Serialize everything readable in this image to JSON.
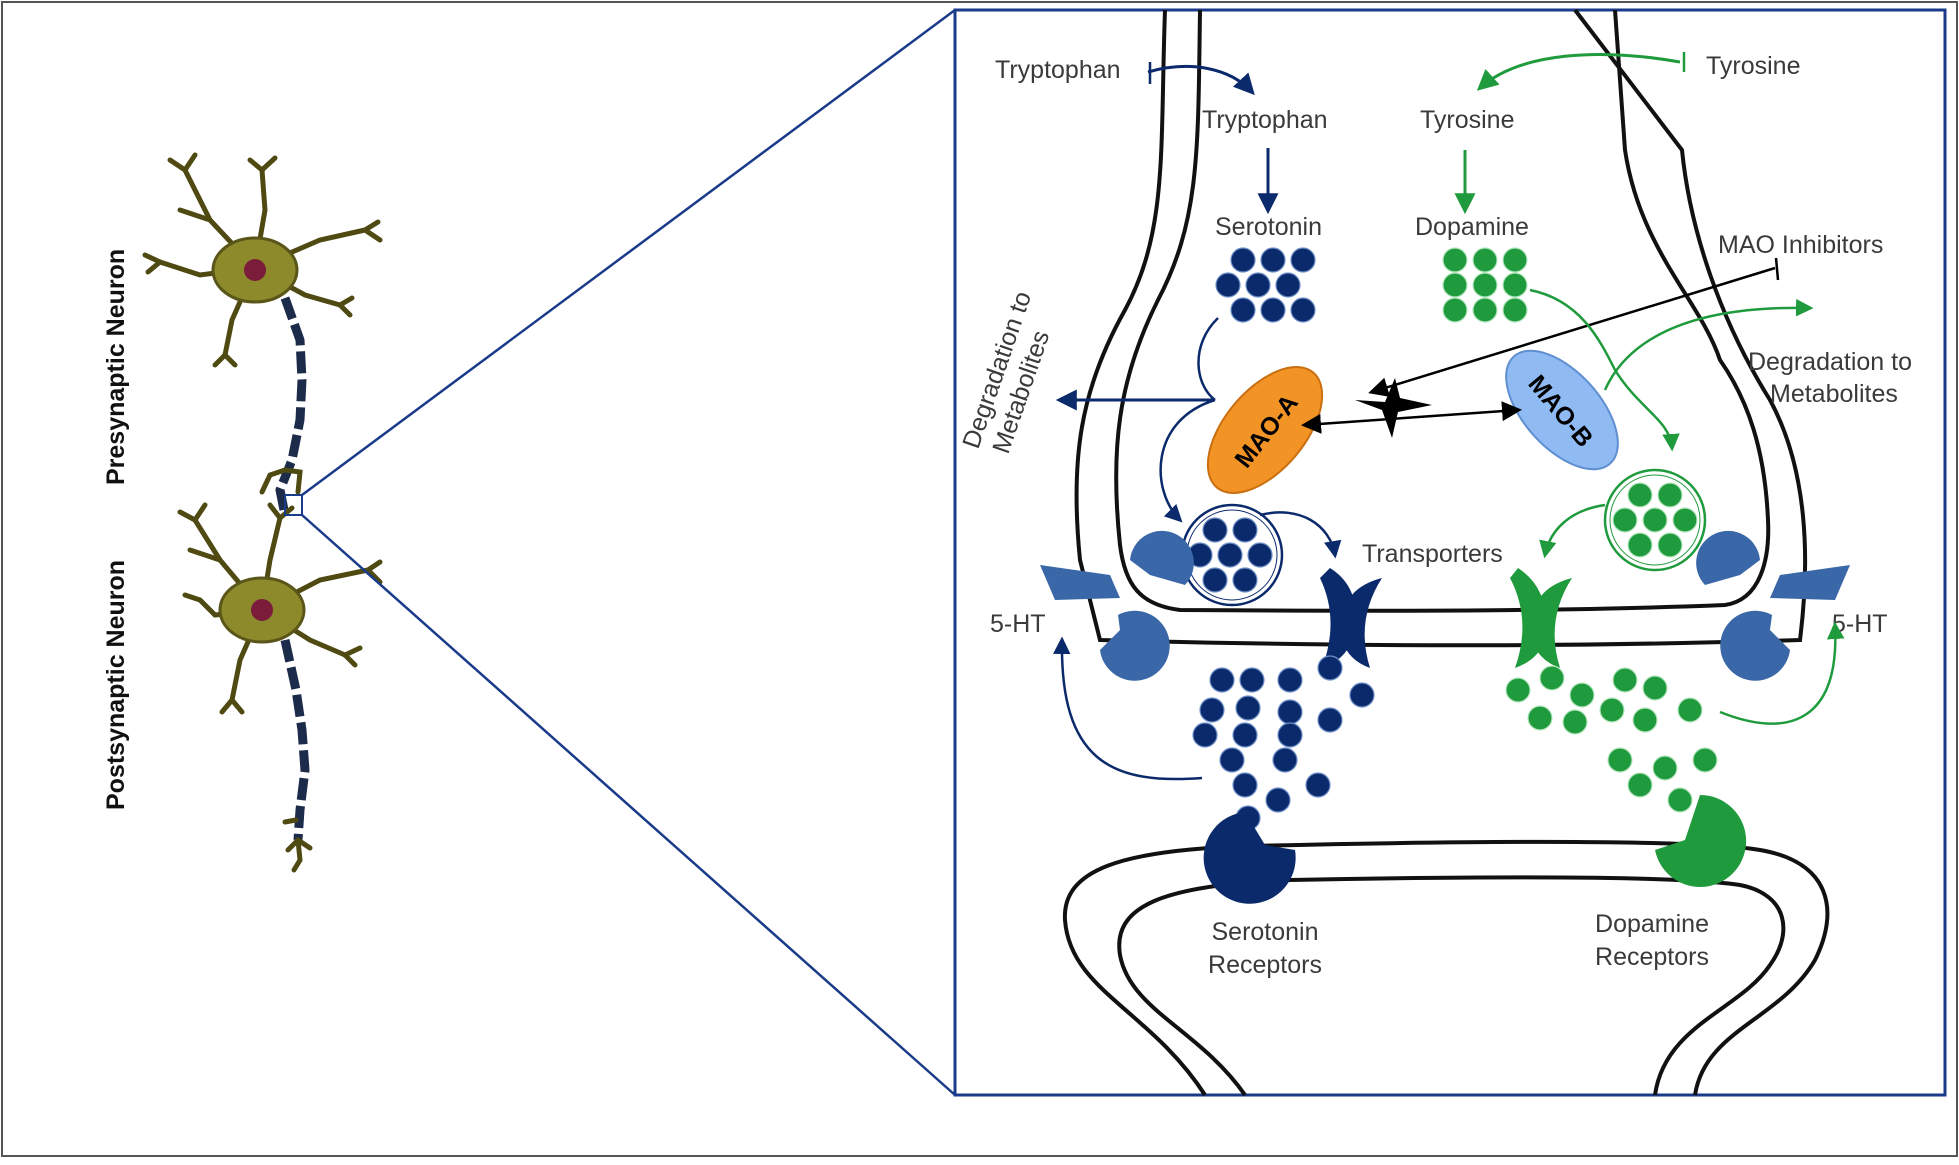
{
  "colors": {
    "serotonin": "#0b2a6b",
    "dopamine": "#1f9a3c",
    "receptor_blue": "#3a67a8",
    "mao_a": "#f29425",
    "mao_b": "#8fbaf2",
    "neuron_body": "#8d8a2c",
    "frame": "#1a3a8a"
  },
  "neuron_labels": {
    "presynaptic": "Presynaptic Neuron",
    "postsynaptic": "Postsynaptic Neuron"
  },
  "labels": {
    "tryptophan_outside": "Tryptophan",
    "tryptophan_inside": "Tryptophan",
    "tyrosine_outside": "Tyrosine",
    "tyrosine_inside": "Tyrosine",
    "serotonin": "Serotonin",
    "dopamine": "Dopamine",
    "mao_inhibitors": "MAO Inhibitors",
    "degradation_left_1": "Degradation to",
    "degradation_left_2": "Metabolites",
    "degradation_right_1": "Degradation to",
    "degradation_right_2": "Metabolites",
    "mao_a": "MAO-A",
    "mao_b": "MAO-B",
    "transporters": "Transporters",
    "ht_left": "5-HT",
    "ht_right": "5-HT",
    "serotonin_receptors_1": "Serotonin",
    "serotonin_receptors_2": "Receptors",
    "dopamine_receptors_1": "Dopamine",
    "dopamine_receptors_2": "Receptors"
  }
}
